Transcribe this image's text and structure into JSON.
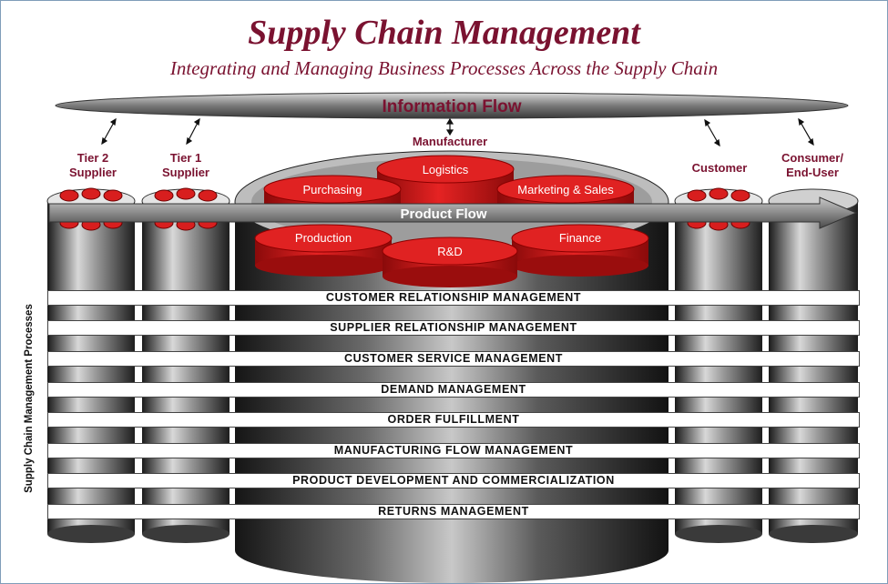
{
  "title": "Supply Chain Management",
  "subtitle": "Integrating and Managing Business Processes Across the Supply Chain",
  "information_flow": "Information Flow",
  "product_flow": "Product Flow",
  "entities": {
    "tier2": [
      "Tier 2",
      "Supplier"
    ],
    "tier1": [
      "Tier 1",
      "Supplier"
    ],
    "manufacturer": "Manufacturer",
    "customer": "Customer",
    "consumer": [
      "Consumer/",
      "End-User"
    ]
  },
  "functions": {
    "logistics": "Logistics",
    "purchasing": "Purchasing",
    "marketing": "Marketing & Sales",
    "production": "Production",
    "rnd": "R&D",
    "finance": "Finance"
  },
  "processes_label": "Supply Chain Management Processes",
  "processes": [
    "CUSTOMER RELATIONSHIP MANAGEMENT",
    "SUPPLIER RELATIONSHIP MANAGEMENT",
    "CUSTOMER SERVICE MANAGEMENT",
    "DEMAND MANAGEMENT",
    "ORDER FULFILLMENT",
    "MANUFACTURING FLOW MANAGEMENT",
    "PRODUCT DEVELOPMENT AND COMMERCIALIZATION",
    "RETURNS MANAGEMENT"
  ],
  "colors": {
    "title": "#7a1230",
    "red": "#d81e1e",
    "cylinder_dark": "#2a2a2a",
    "cylinder_light": "#cfcfcf"
  }
}
